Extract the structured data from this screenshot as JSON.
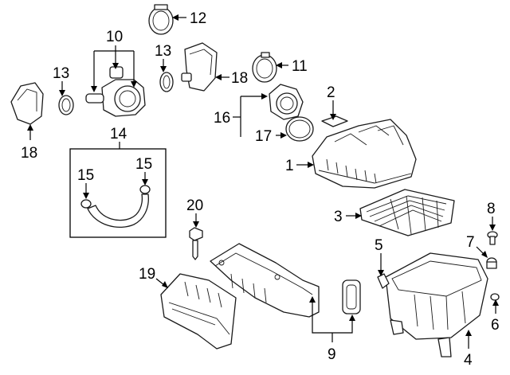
{
  "callouts": {
    "c1": "1",
    "c2": "2",
    "c3": "3",
    "c4": "4",
    "c5": "5",
    "c6": "6",
    "c7": "7",
    "c8": "8",
    "c9": "9",
    "c10": "10",
    "c11": "11",
    "c12": "12",
    "c13a": "13",
    "c13b": "13",
    "c14": "14",
    "c15a": "15",
    "c15b": "15",
    "c16": "16",
    "c17": "17",
    "c18a": "18",
    "c18b": "18",
    "c19": "19",
    "c20": "20"
  }
}
